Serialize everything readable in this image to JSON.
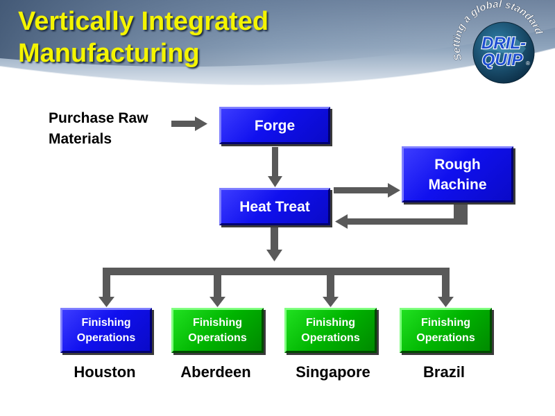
{
  "slide": {
    "title_line1": "Vertically Integrated",
    "title_line2": "Manufacturing",
    "logo": {
      "ring_text": "Setting a global standard",
      "name_line1": "DRIL-",
      "name_line2": "QUIP",
      "mark": "®"
    }
  },
  "diagram": {
    "purchase_line1": "Purchase Raw",
    "purchase_line2": "Materials",
    "forge": "Forge",
    "heat_treat": "Heat Treat",
    "rough_line1": "Rough",
    "rough_line2": "Machine",
    "finishing": [
      {
        "line1": "Finishing",
        "line2": "Operations",
        "location": "Houston",
        "color": "#1010ee"
      },
      {
        "line1": "Finishing",
        "line2": "Operations",
        "location": "Aberdeen",
        "color": "#00b400"
      },
      {
        "line1": "Finishing",
        "line2": "Operations",
        "location": "Singapore",
        "color": "#00b400"
      },
      {
        "line1": "Finishing",
        "line2": "Operations",
        "location": "Brazil",
        "color": "#00b400"
      }
    ],
    "colors": {
      "title": "#f4f400",
      "box_blue": "#1010ee",
      "box_green": "#00b400",
      "arrow": "#595959"
    }
  }
}
